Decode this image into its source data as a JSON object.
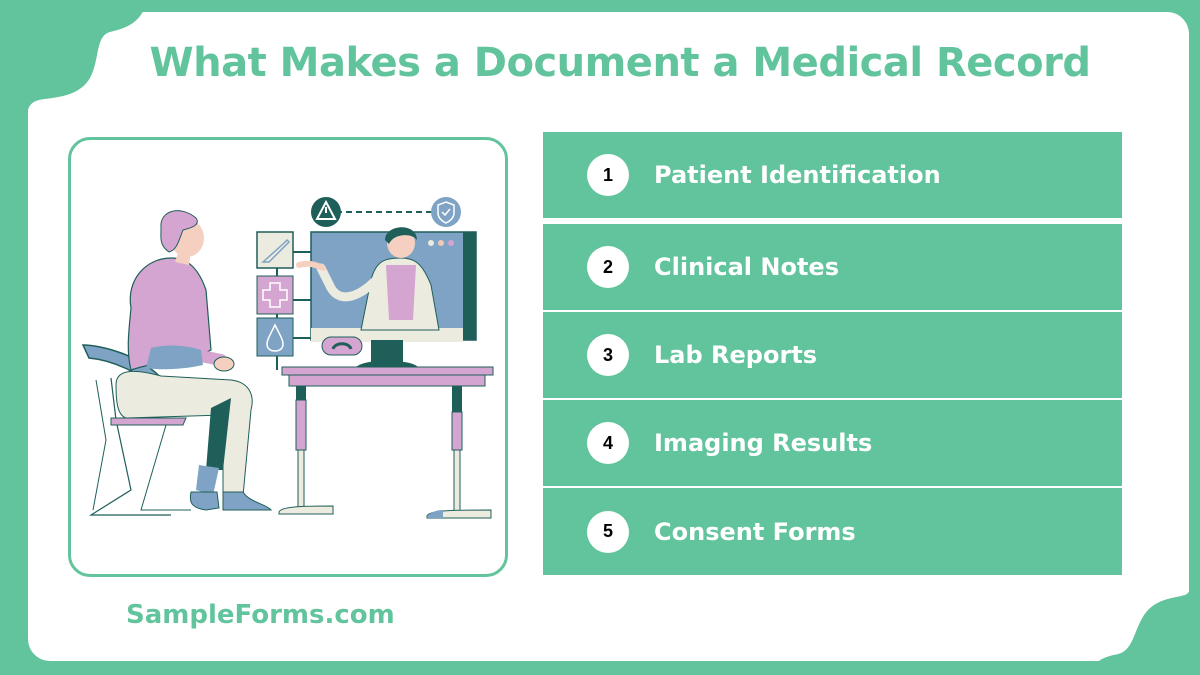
{
  "header": {
    "title": "What Makes a Document a Medical Record"
  },
  "illustration": {
    "description": "Patient sitting on a chair in a telehealth consultation with a doctor shown on a computer monitor",
    "icons": [
      "warning-icon",
      "shield-check-icon",
      "scalpel-icon",
      "medical-cross-icon",
      "blood-drop-icon",
      "phone-icon"
    ]
  },
  "list": {
    "items": [
      {
        "number": "1",
        "label": "Patient Identification"
      },
      {
        "number": "2",
        "label": "Clinical Notes"
      },
      {
        "number": "3",
        "label": "Lab Reports"
      },
      {
        "number": "4",
        "label": "Imaging Results"
      },
      {
        "number": "5",
        "label": "Consent Forms"
      }
    ]
  },
  "footer": {
    "brand": "SampleForms.com"
  },
  "colors": {
    "accent": "#62c49c",
    "background": "#ffffff",
    "number_text": "#000000",
    "illustration_purple": "#d4a5d0",
    "illustration_blue": "#7fa3c4",
    "illustration_teal": "#1f5f5a",
    "illustration_cream": "#ecebdf"
  }
}
